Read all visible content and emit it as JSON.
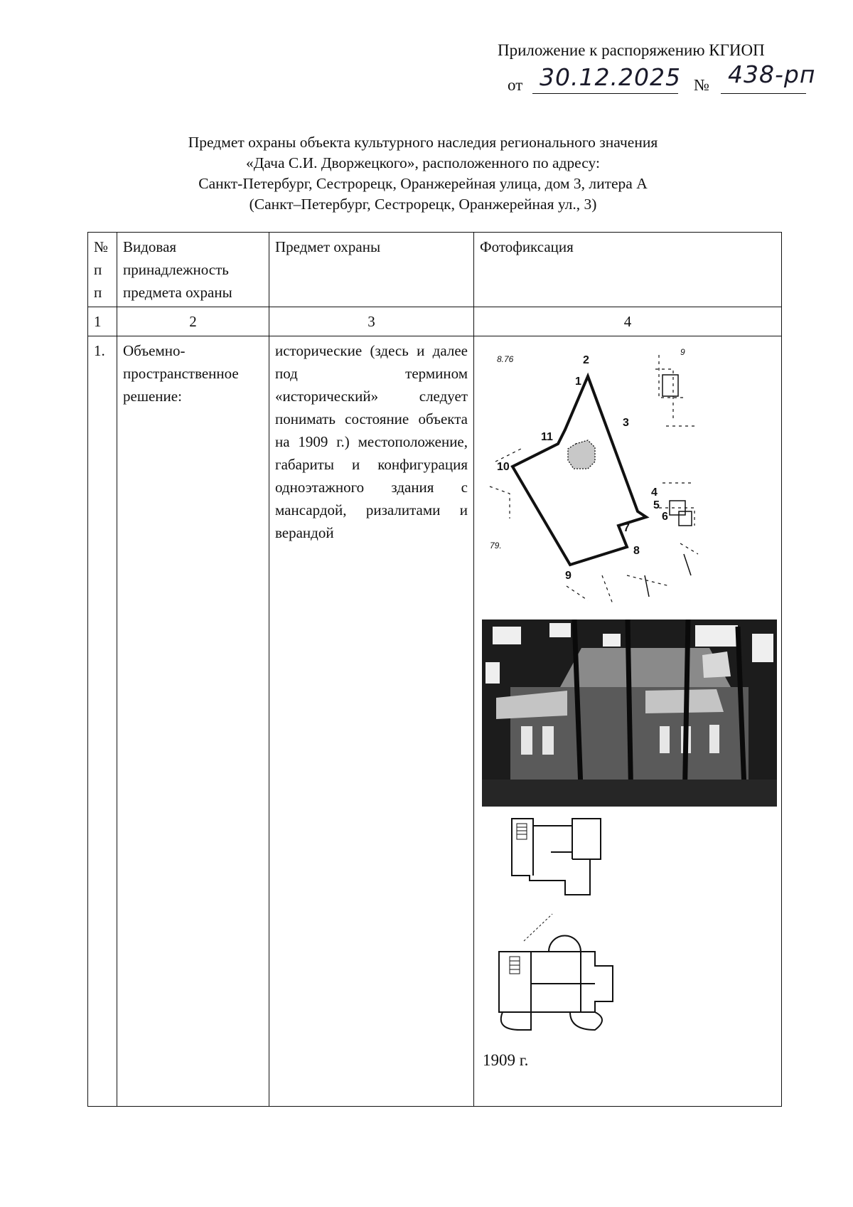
{
  "appendix": {
    "line1": "Приложение к распоряжению КГИОП",
    "from_label": "от",
    "date_handwritten": "30.12.2025",
    "no_label": "№",
    "number_handwritten": "438-рп"
  },
  "title": {
    "line1": "Предмет охраны объекта культурного наследия регионального значения",
    "line2": "«Дача С.И. Дворжецкого», расположенного по адресу:",
    "line3": "Санкт-Петербург, Сестрорецк, Оранжерейная улица, дом 3, литера А",
    "line4": "(Санкт–Петербург, Сестрорецк, Оранжерейная ул., 3)"
  },
  "table": {
    "headers": {
      "col1": [
        "№",
        "п",
        "п"
      ],
      "col2": "Видовая принадлежность предмета охраны",
      "col3": "Предмет охраны",
      "col4": "Фотофиксация"
    },
    "col_numbers": [
      "1",
      "2",
      "3",
      "4"
    ],
    "row1": {
      "num": "1.",
      "type": "Объемно-пространственное решение:",
      "subject": "исторические (здесь и далее под термином «исторический» следует понимать состояние объекта на 1909 г.) местоположение, габариты и конфигурация одноэтажного здания с мансардой, ризалитами и верандой",
      "photo_caption": "1909 г."
    }
  },
  "plan_labels": [
    "1",
    "2",
    "3",
    "4",
    "5",
    "6",
    "7",
    "8",
    "9",
    "10",
    "11"
  ],
  "map_annotations": [
    "8.76",
    "79.",
    "9"
  ]
}
